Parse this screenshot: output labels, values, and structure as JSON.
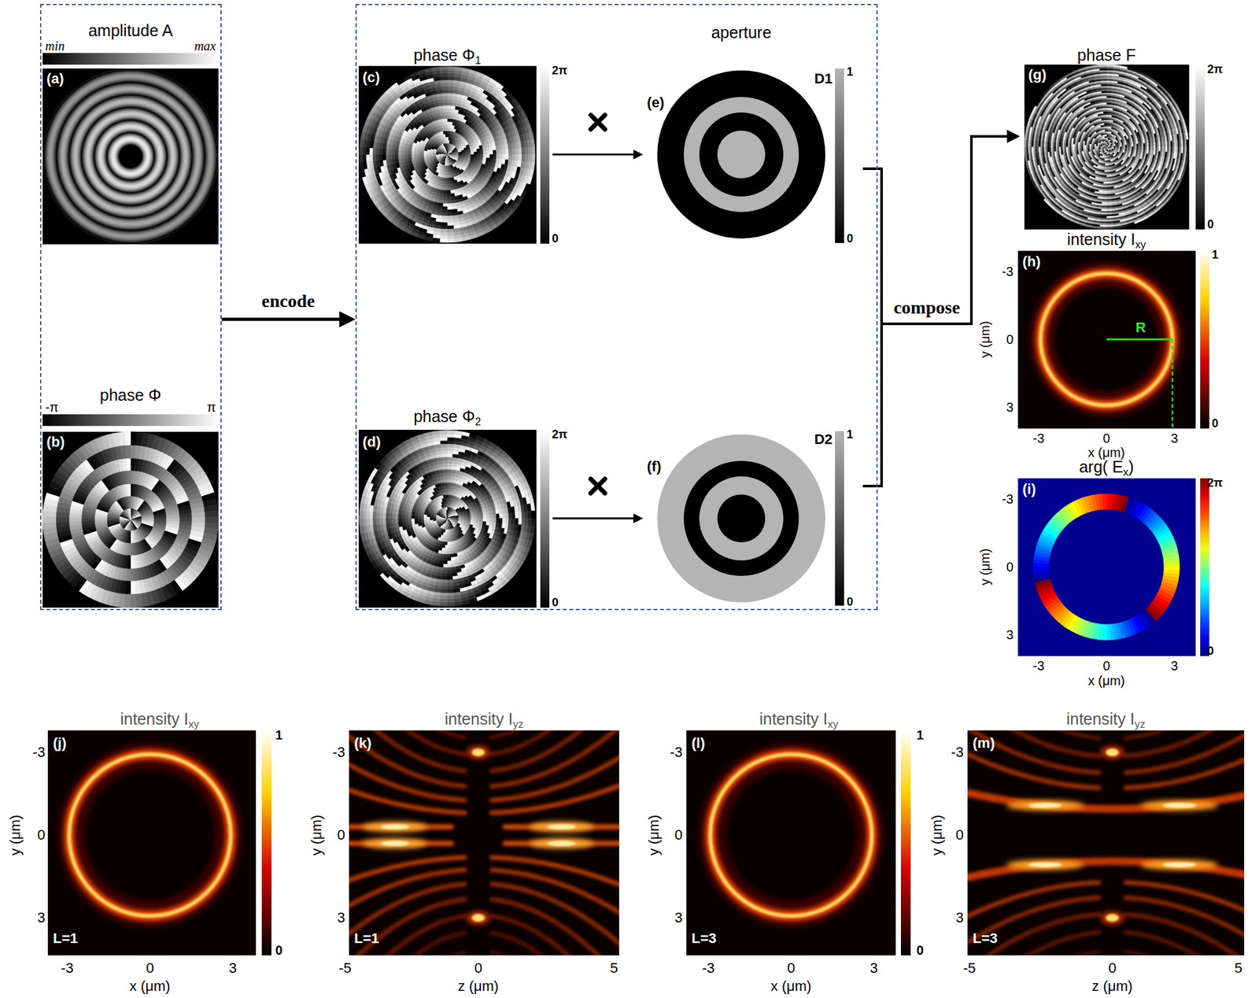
{
  "diagram": {
    "nodes": [
      {
        "text": []
      },
      {
        "text": [
          "amplitude A",
          "(a)"
        ],
        "in": 0
      },
      {
        "text": [
          "phase Φ",
          "(b)"
        ],
        "in": 0
      },
      {
        "text": []
      },
      {
        "text": [
          "phase Φ",
          "1",
          "(c)"
        ],
        "in": 3
      },
      {
        "text": [
          "aperture",
          "(e)"
        ],
        "in": 3
      },
      {
        "text": [
          "phase Φ",
          "2",
          "(d)"
        ],
        "in": 3
      },
      {
        "text": [
          "(f)"
        ],
        "in": 3
      },
      {
        "text": [
          "phase F",
          "(g)"
        ]
      },
      {
        "text": [
          "intensity I",
          "xy",
          "(h)"
        ]
      },
      {
        "text": [
          "arg( E",
          "x",
          ")",
          "(i)"
        ]
      },
      {
        "text": [
          "intensity I",
          "xy",
          "(j)",
          "L=1"
        ]
      },
      {
        "text": [
          "intensity I",
          "yz",
          "(k)",
          "L=1"
        ]
      },
      {
        "text": [
          "intensity I",
          "xy",
          "(l)",
          "L=3"
        ]
      },
      {
        "text": [
          "intensity I",
          "yz",
          "(m)",
          "L=3"
        ]
      }
    ],
    "edges": [
      {
        "from": 0,
        "to": 3,
        "arrow": "to",
        "label": "encode"
      },
      {
        "from": 4,
        "to": 5,
        "arrow": "to"
      },
      {
        "from": 6,
        "to": 7,
        "arrow": "to"
      },
      {
        "from": 5,
        "to": 8,
        "arrow": "to",
        "label": "compose"
      },
      {
        "from": 7,
        "to": 8,
        "arrow": "to"
      }
    ],
    "labels": [
      "min",
      "max",
      "-π",
      "π",
      "2π",
      "0",
      "2π",
      "0",
      "D1",
      "1",
      "0",
      "D2",
      "1",
      "0",
      "2π",
      "0",
      "-3",
      "0",
      "3",
      "-3",
      "0",
      "3",
      "y (μm)",
      "x (μm)",
      "1",
      "0",
      "R",
      "-3",
      "0",
      "3",
      "-3",
      "0",
      "3",
      "y (μm)",
      "x (μm)",
      "2π",
      "0",
      "-3",
      "0",
      "3",
      "-3",
      "0",
      "3",
      "y (μm)",
      "x (μm)",
      "1",
      "0",
      "-3",
      "0",
      "3",
      "-5",
      "0",
      "5",
      "y (μm)",
      "z (μm)",
      "-3",
      "0",
      "3",
      "-3",
      "0",
      "3",
      "y (μm)",
      "x (μm)",
      "1",
      "0",
      "-3",
      "0",
      "3",
      "-5",
      "0",
      "5",
      "y (μm)",
      "z (μm)"
    ]
  }
}
